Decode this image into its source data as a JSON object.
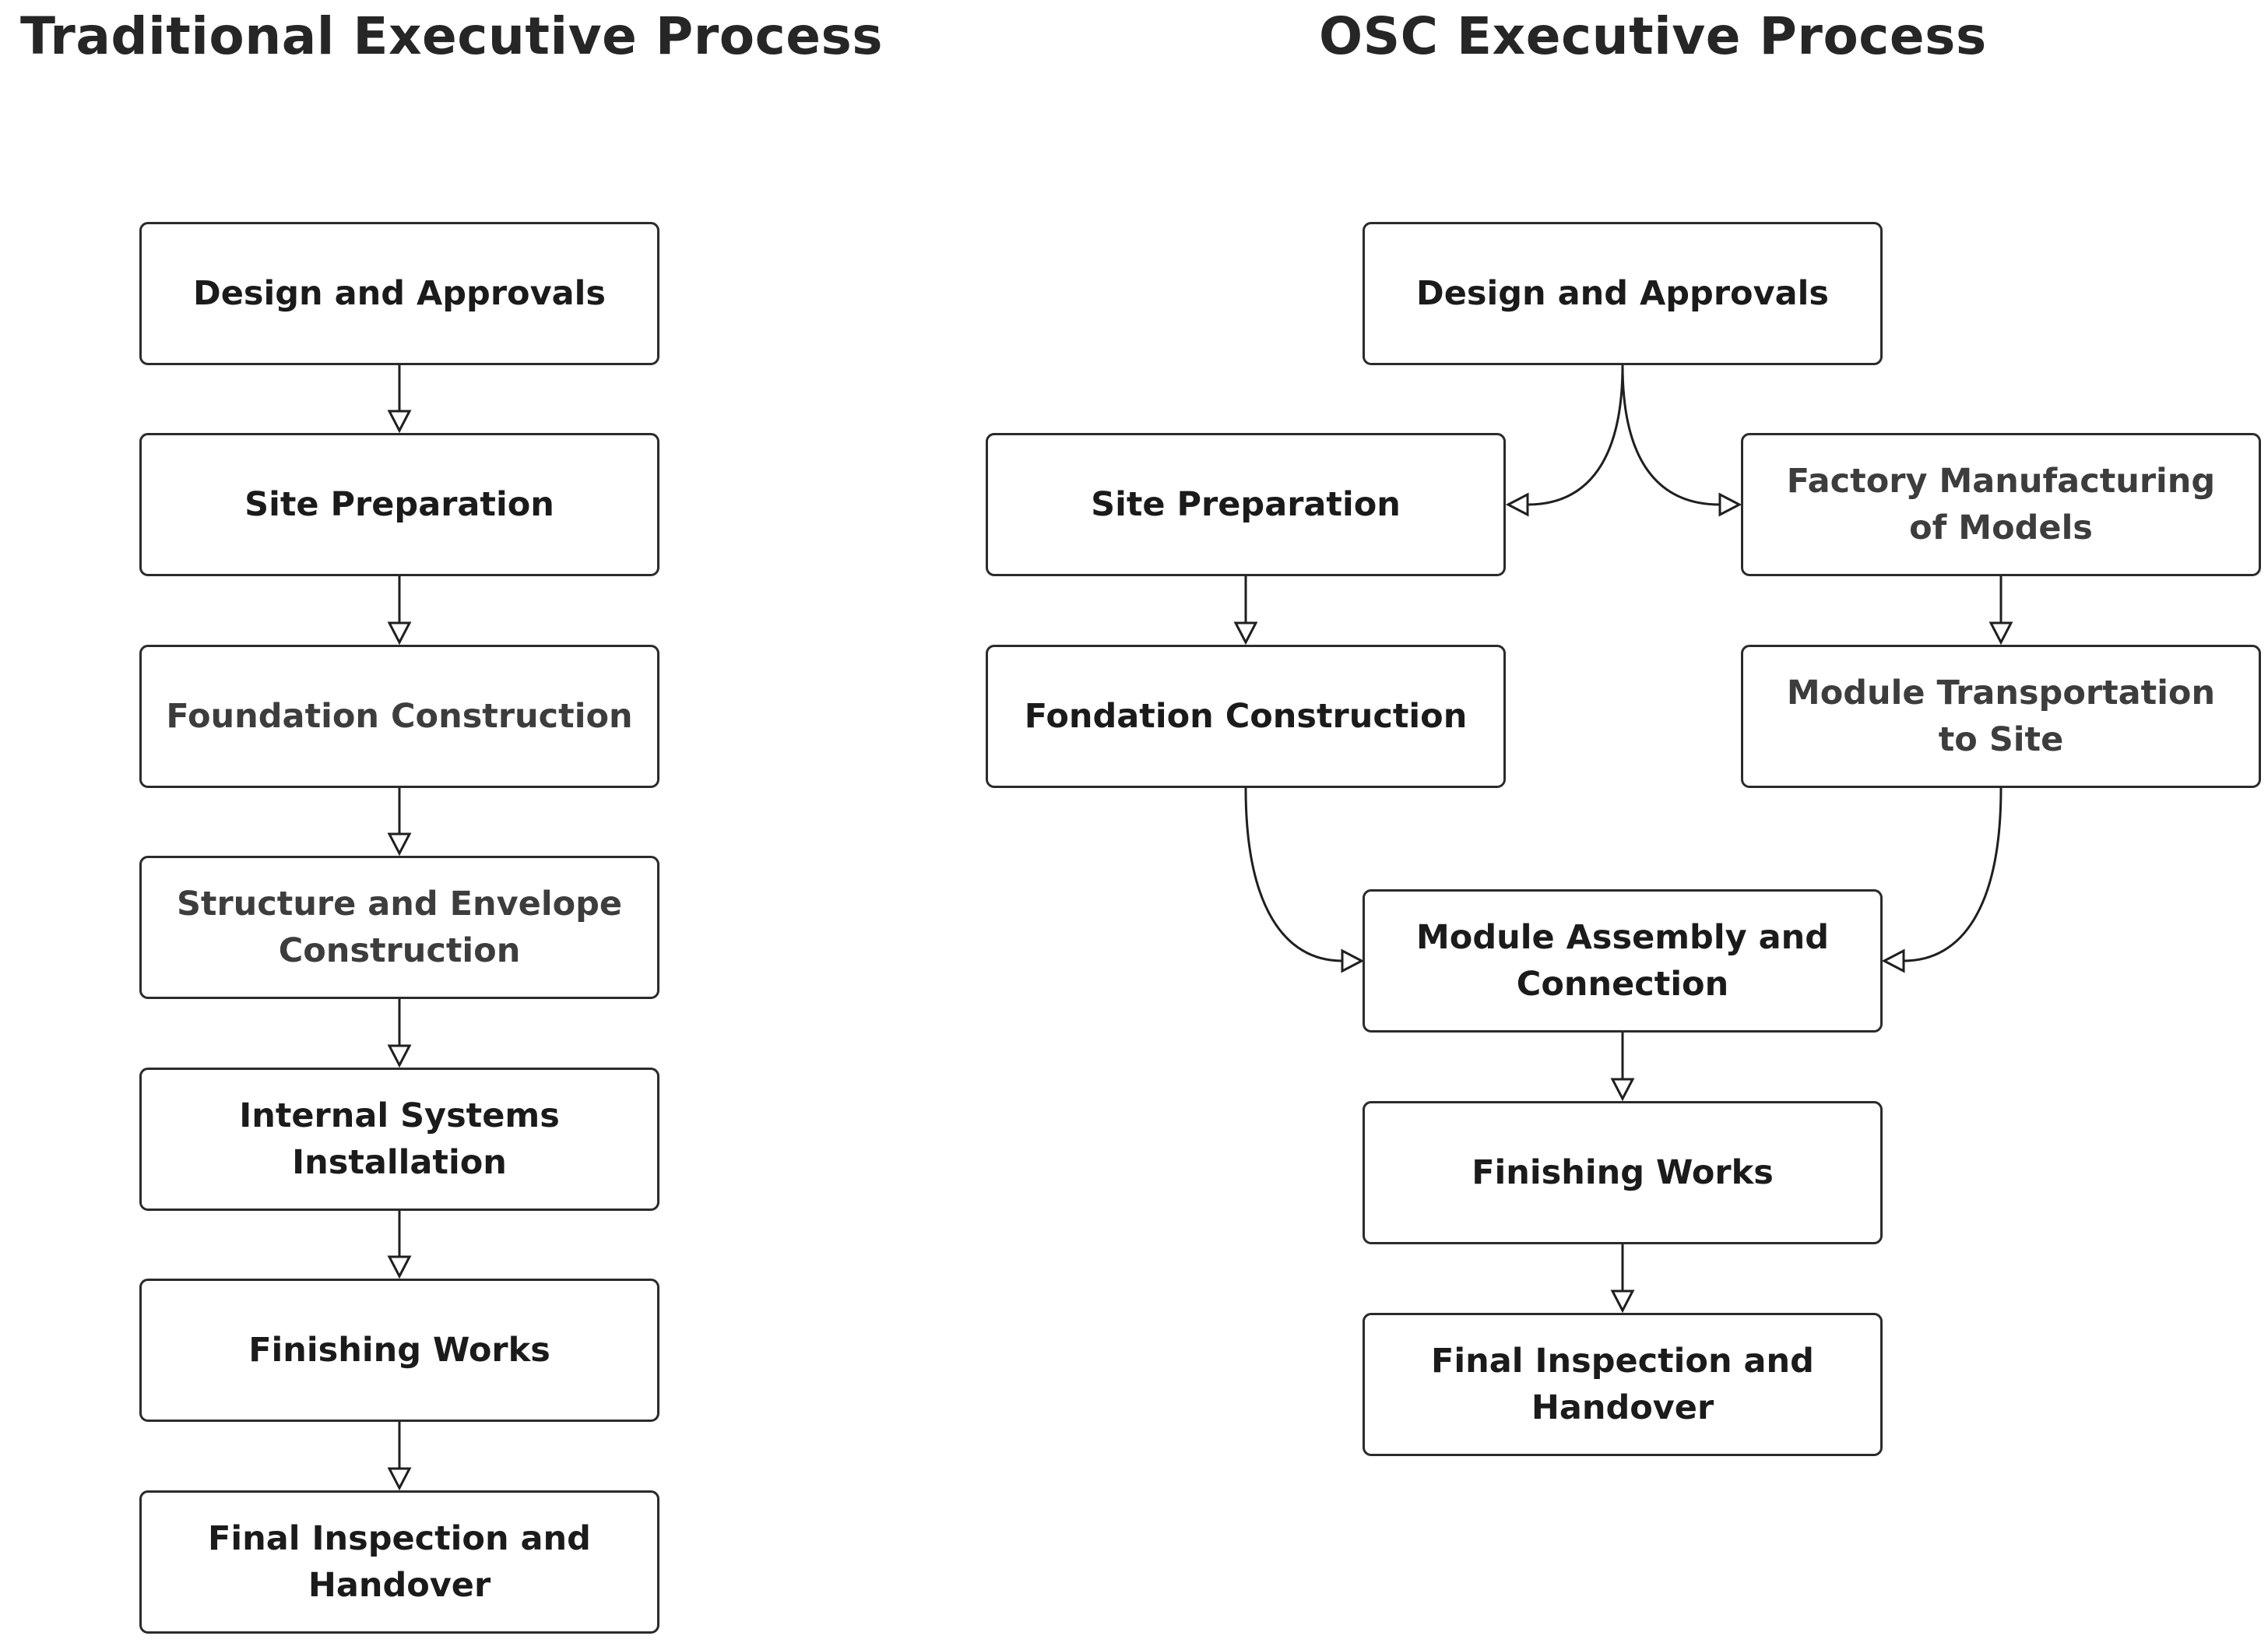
{
  "titles": {
    "traditional": "Traditional Executive Process",
    "osc": "OSC Executive Process"
  },
  "traditional": {
    "steps": [
      {
        "label": "Design and Approvals"
      },
      {
        "label": "Site Preparation"
      },
      {
        "label": "Foundation Construction"
      },
      {
        "label": "Structure and Envelope Construction"
      },
      {
        "label": "Internal Systems Installation"
      },
      {
        "label": "Finishing Works"
      },
      {
        "label": "Final Inspection and Handover"
      }
    ]
  },
  "osc": {
    "design": "Design and Approvals",
    "site_preparation": "Site Preparation",
    "factory_manufacturing": "Factory Manufacturing of Models",
    "foundation": "Fondation Construction",
    "transportation": "Module Transportation to Site",
    "assembly": "Module Assembly and Connection",
    "finishing": "Finishing Works",
    "final": "Final Inspection and Handover"
  },
  "colors": {
    "stroke": "#2b2b2b",
    "text": "#1b1b1b",
    "title": "#262626",
    "background": "#ffffff"
  }
}
